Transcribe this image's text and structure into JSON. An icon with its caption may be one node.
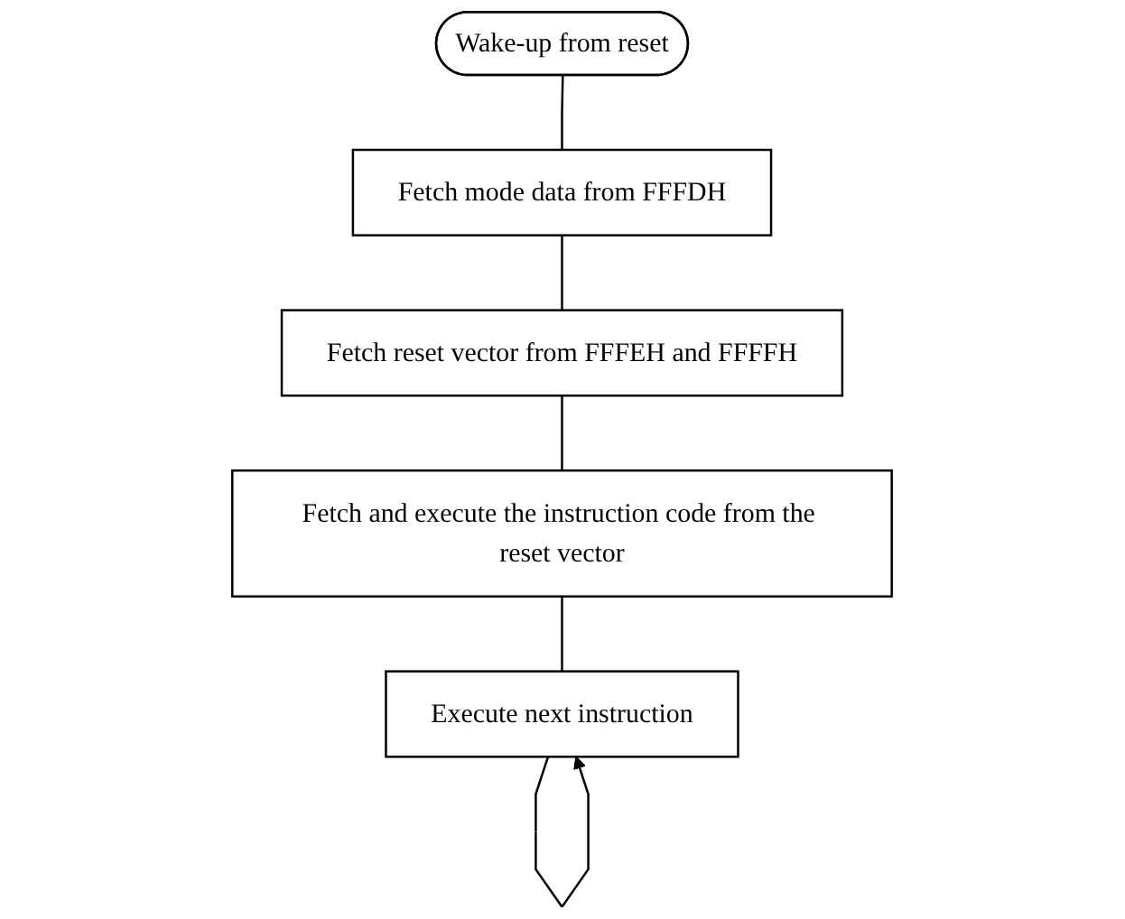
{
  "diagram": {
    "nodes": [
      {
        "text": [
          "Wake-up from reset"
        ]
      },
      {
        "text": [
          "Fetch mode data from FFFDH"
        ]
      },
      {
        "text": [
          "Fetch reset vector from FFFEH and FFFFH"
        ]
      },
      {
        "text": [
          "Fetch and execute the instruction code from the reset vector"
        ]
      },
      {
        "text": [
          "Execute next instruction"
        ]
      }
    ],
    "edges": [
      {
        "from": 0,
        "to": 1,
        "arrow": "none"
      },
      {
        "from": 1,
        "to": 2,
        "arrow": "none"
      },
      {
        "from": 2,
        "to": 3,
        "arrow": "none"
      },
      {
        "from": 3,
        "to": 4,
        "arrow": "none"
      },
      {
        "from": 4,
        "to": 4,
        "arrow": "to"
      }
    ]
  }
}
